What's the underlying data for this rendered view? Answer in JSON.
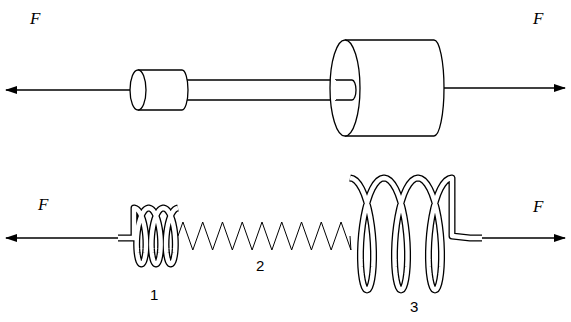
{
  "diagram": {
    "labels": [
      "F",
      "F",
      "F",
      "F",
      "1",
      "2",
      "3"
    ]
  }
}
